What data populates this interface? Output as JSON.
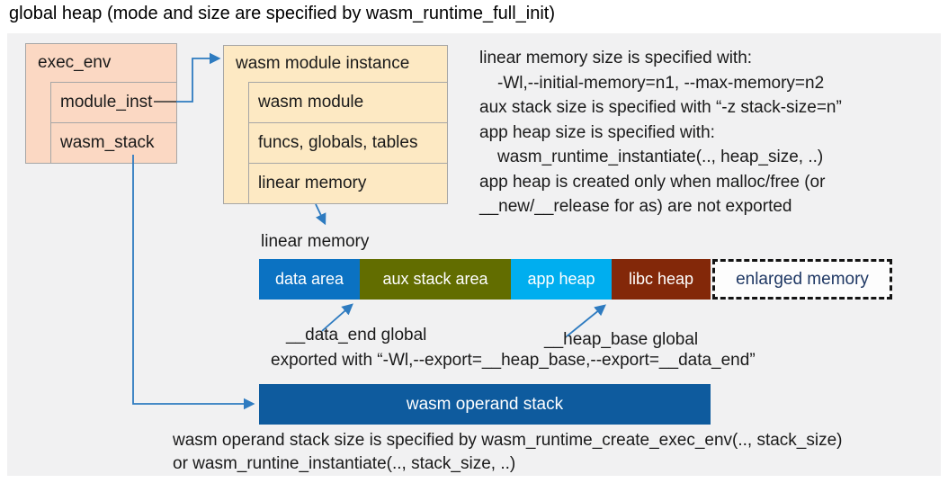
{
  "title": "global heap (mode and size are specified by wasm_runtime_full_init)",
  "exec_env_box": {
    "header": "exec_env",
    "rows": [
      "module_inst",
      "wasm_stack"
    ],
    "fill": "#FBD8C3"
  },
  "module_instance_box": {
    "header": "wasm module instance",
    "rows": [
      "wasm module",
      "funcs, globals, tables",
      "linear memory"
    ],
    "fill": "#FDE9C3"
  },
  "notes": {
    "lines": [
      "linear memory size is specified with:",
      "-Wl,--initial-memory=n1, --max-memory=n2",
      "aux stack size is specified with “-z stack-size=n”",
      "app heap size is specified with:",
      "wasm_runtime_instantiate(.., heap_size, ..)",
      "app heap is created only when malloc/free (or",
      "__new/__release for as) are not exported"
    ]
  },
  "linear_memory": {
    "label": "linear memory",
    "segments": [
      {
        "label": "data area",
        "color": "#0B72C2"
      },
      {
        "label": "aux stack area",
        "color": "#626D00"
      },
      {
        "label": "app heap",
        "color": "#00AEEF"
      },
      {
        "label": "libc heap",
        "color": "#832809"
      }
    ],
    "enlarged": {
      "label": "enlarged memory",
      "text_color": "#1F3864",
      "border_color": "#141414"
    }
  },
  "annotations": {
    "data_end_label": "__data_end global",
    "heap_base_label": "__heap_base global",
    "export_line": "exported with “-Wl,--export=__heap_base,--export=__data_end”"
  },
  "operand_stack": {
    "label": "wasm operand stack",
    "color": "#0E5B9E"
  },
  "footer": {
    "lines": [
      "wasm operand stack size is specified by wasm_runtime_create_exec_env(.., stack_size)",
      "or wasm_runtine_instantiate(.., stack_size, ..)"
    ]
  },
  "connector_color": "#2E7BC0"
}
